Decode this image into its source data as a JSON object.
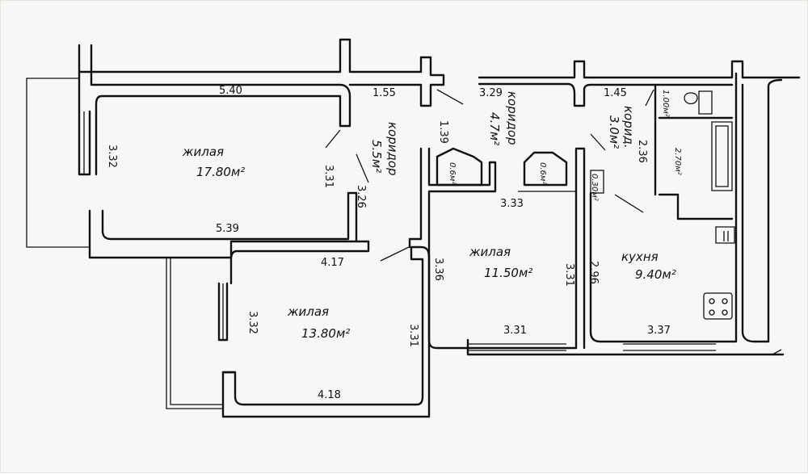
{
  "rooms": {
    "living1": {
      "name": "жилая",
      "area": "17.80м²"
    },
    "living2": {
      "name": "жилая",
      "area": "13.80м²"
    },
    "living3": {
      "name": "жилая",
      "area": "11.50м²"
    },
    "kitchen": {
      "name": "кухня",
      "area": "9.40м²"
    },
    "corridor1": {
      "name": "коридор",
      "area": "5.5м²"
    },
    "corridor2": {
      "name": "коридор",
      "area": "4.7м²"
    },
    "corridor3": {
      "name": "корид.",
      "area": "3.0м²"
    },
    "closet1": {
      "area": "0.6м²"
    },
    "closet2": {
      "area": "0.6м²"
    },
    "closet3": {
      "area": "0.30м²"
    },
    "wc": {
      "area": "1.00м²"
    },
    "bath": {
      "area": "2.70м²"
    }
  },
  "dims": {
    "d540": "5.40",
    "d539": "5.39",
    "d332a": "3.32",
    "d331a": "3.31",
    "d326": "3.26",
    "d417": "4.17",
    "d418": "4.18",
    "d332b": "3.32",
    "d331b": "3.31",
    "d155": "1.55",
    "d139": "1.39",
    "d329": "3.29",
    "d333": "3.33",
    "d336": "3.36",
    "d331c": "3.31",
    "d331d": "3.31",
    "d296": "2.96",
    "d337": "3.37",
    "d145": "1.45",
    "d236": "2.36"
  }
}
